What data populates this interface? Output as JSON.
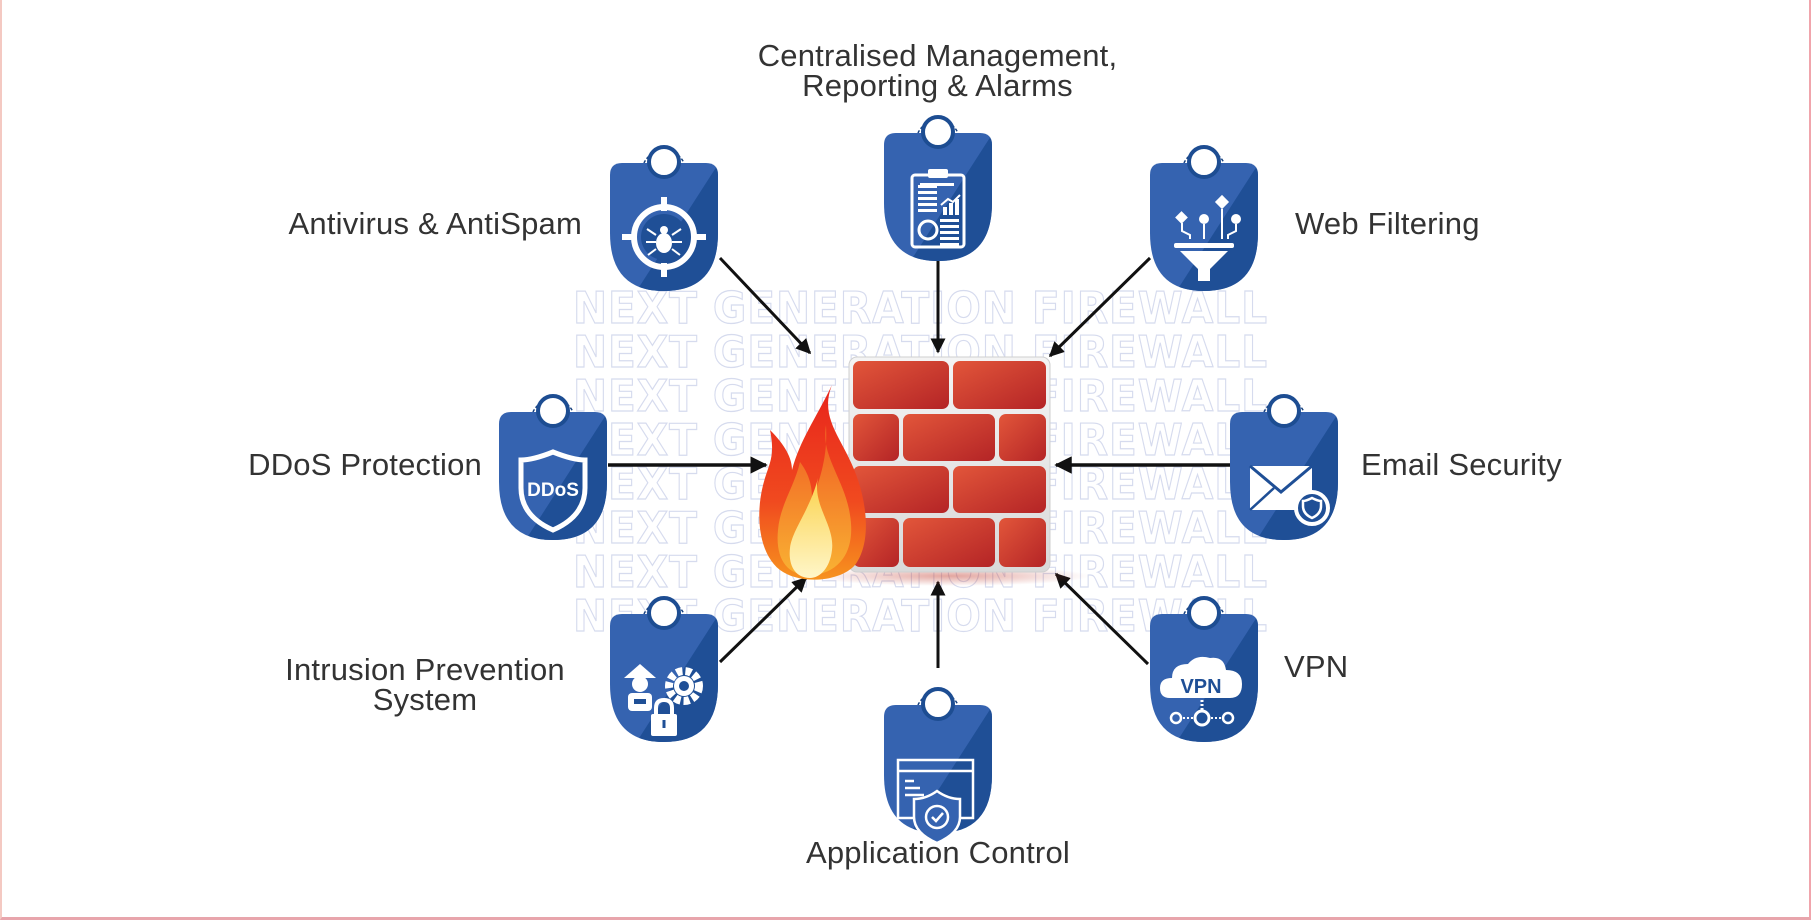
{
  "diagram": {
    "watermark": {
      "text": "NEXT GENERATION FIREWALL",
      "repeat": 8
    },
    "center": {
      "name": "Next Generation Firewall",
      "icons": [
        "firewall-brick-wall-icon",
        "flame-icon"
      ]
    },
    "features": [
      {
        "id": "antivirus",
        "label_lines": [
          "Antivirus & AntiSpam"
        ],
        "icon": "bug-crosshair-icon"
      },
      {
        "id": "central-management",
        "label_lines": [
          "Centralised Management,",
          "Reporting & Alarms"
        ],
        "icon": "clipboard-report-icon"
      },
      {
        "id": "web-filtering",
        "label_lines": [
          "Web Filtering"
        ],
        "icon": "funnel-filter-icon"
      },
      {
        "id": "ddos",
        "label_lines": [
          "DDoS Protection"
        ],
        "icon": "ddos-shield-icon",
        "icon_text": "DDoS"
      },
      {
        "id": "email-security",
        "label_lines": [
          "Email Security"
        ],
        "icon": "envelope-shield-icon"
      },
      {
        "id": "ips",
        "label_lines": [
          "Intrusion Prevention",
          "System"
        ],
        "icon": "intruder-gear-lock-icon"
      },
      {
        "id": "app-control",
        "label_lines": [
          "Application Control"
        ],
        "icon": "window-shield-check-icon"
      },
      {
        "id": "vpn",
        "label_lines": [
          "VPN"
        ],
        "icon": "vpn-cloud-network-icon",
        "icon_text": "VPN"
      }
    ],
    "colors": {
      "badge_light": "#3563b0",
      "badge_dark": "#1f4f96",
      "label_text": "#333333",
      "arrow": "#111111",
      "brick": "#c9372a",
      "watermark_stroke": "#d6dbee"
    }
  }
}
